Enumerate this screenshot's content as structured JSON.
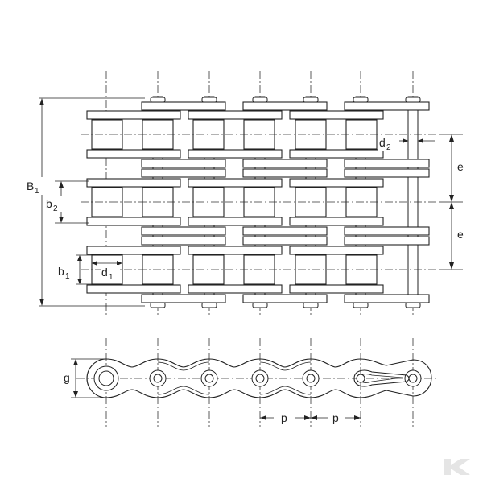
{
  "labels": {
    "B1": "B",
    "B1_sub": "1",
    "b2": "b",
    "b2_sub": "2",
    "b1": "b",
    "b1_sub": "1",
    "d1": "d",
    "d1_sub": "1",
    "d2": "d",
    "d2_sub": "2",
    "e_top": "e",
    "e_bottom": "e",
    "g": "g",
    "p_left": "p",
    "p_right": "p"
  },
  "colors": {
    "line": "#222222",
    "background": "#ffffff",
    "logo": "#e5e5e5"
  },
  "logo": {
    "icon": "brand-logo-icon"
  }
}
